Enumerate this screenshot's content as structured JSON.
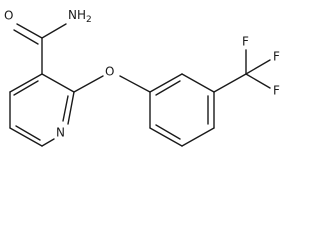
{
  "atoms": {
    "carbonyl_o": "O",
    "amide_n": "NH",
    "amide_n_subscript": "2",
    "pyridine_n": "N",
    "ether_o": "O",
    "fluorine_top": "F",
    "fluorine_right": "F",
    "fluorine_bottom": "F"
  }
}
